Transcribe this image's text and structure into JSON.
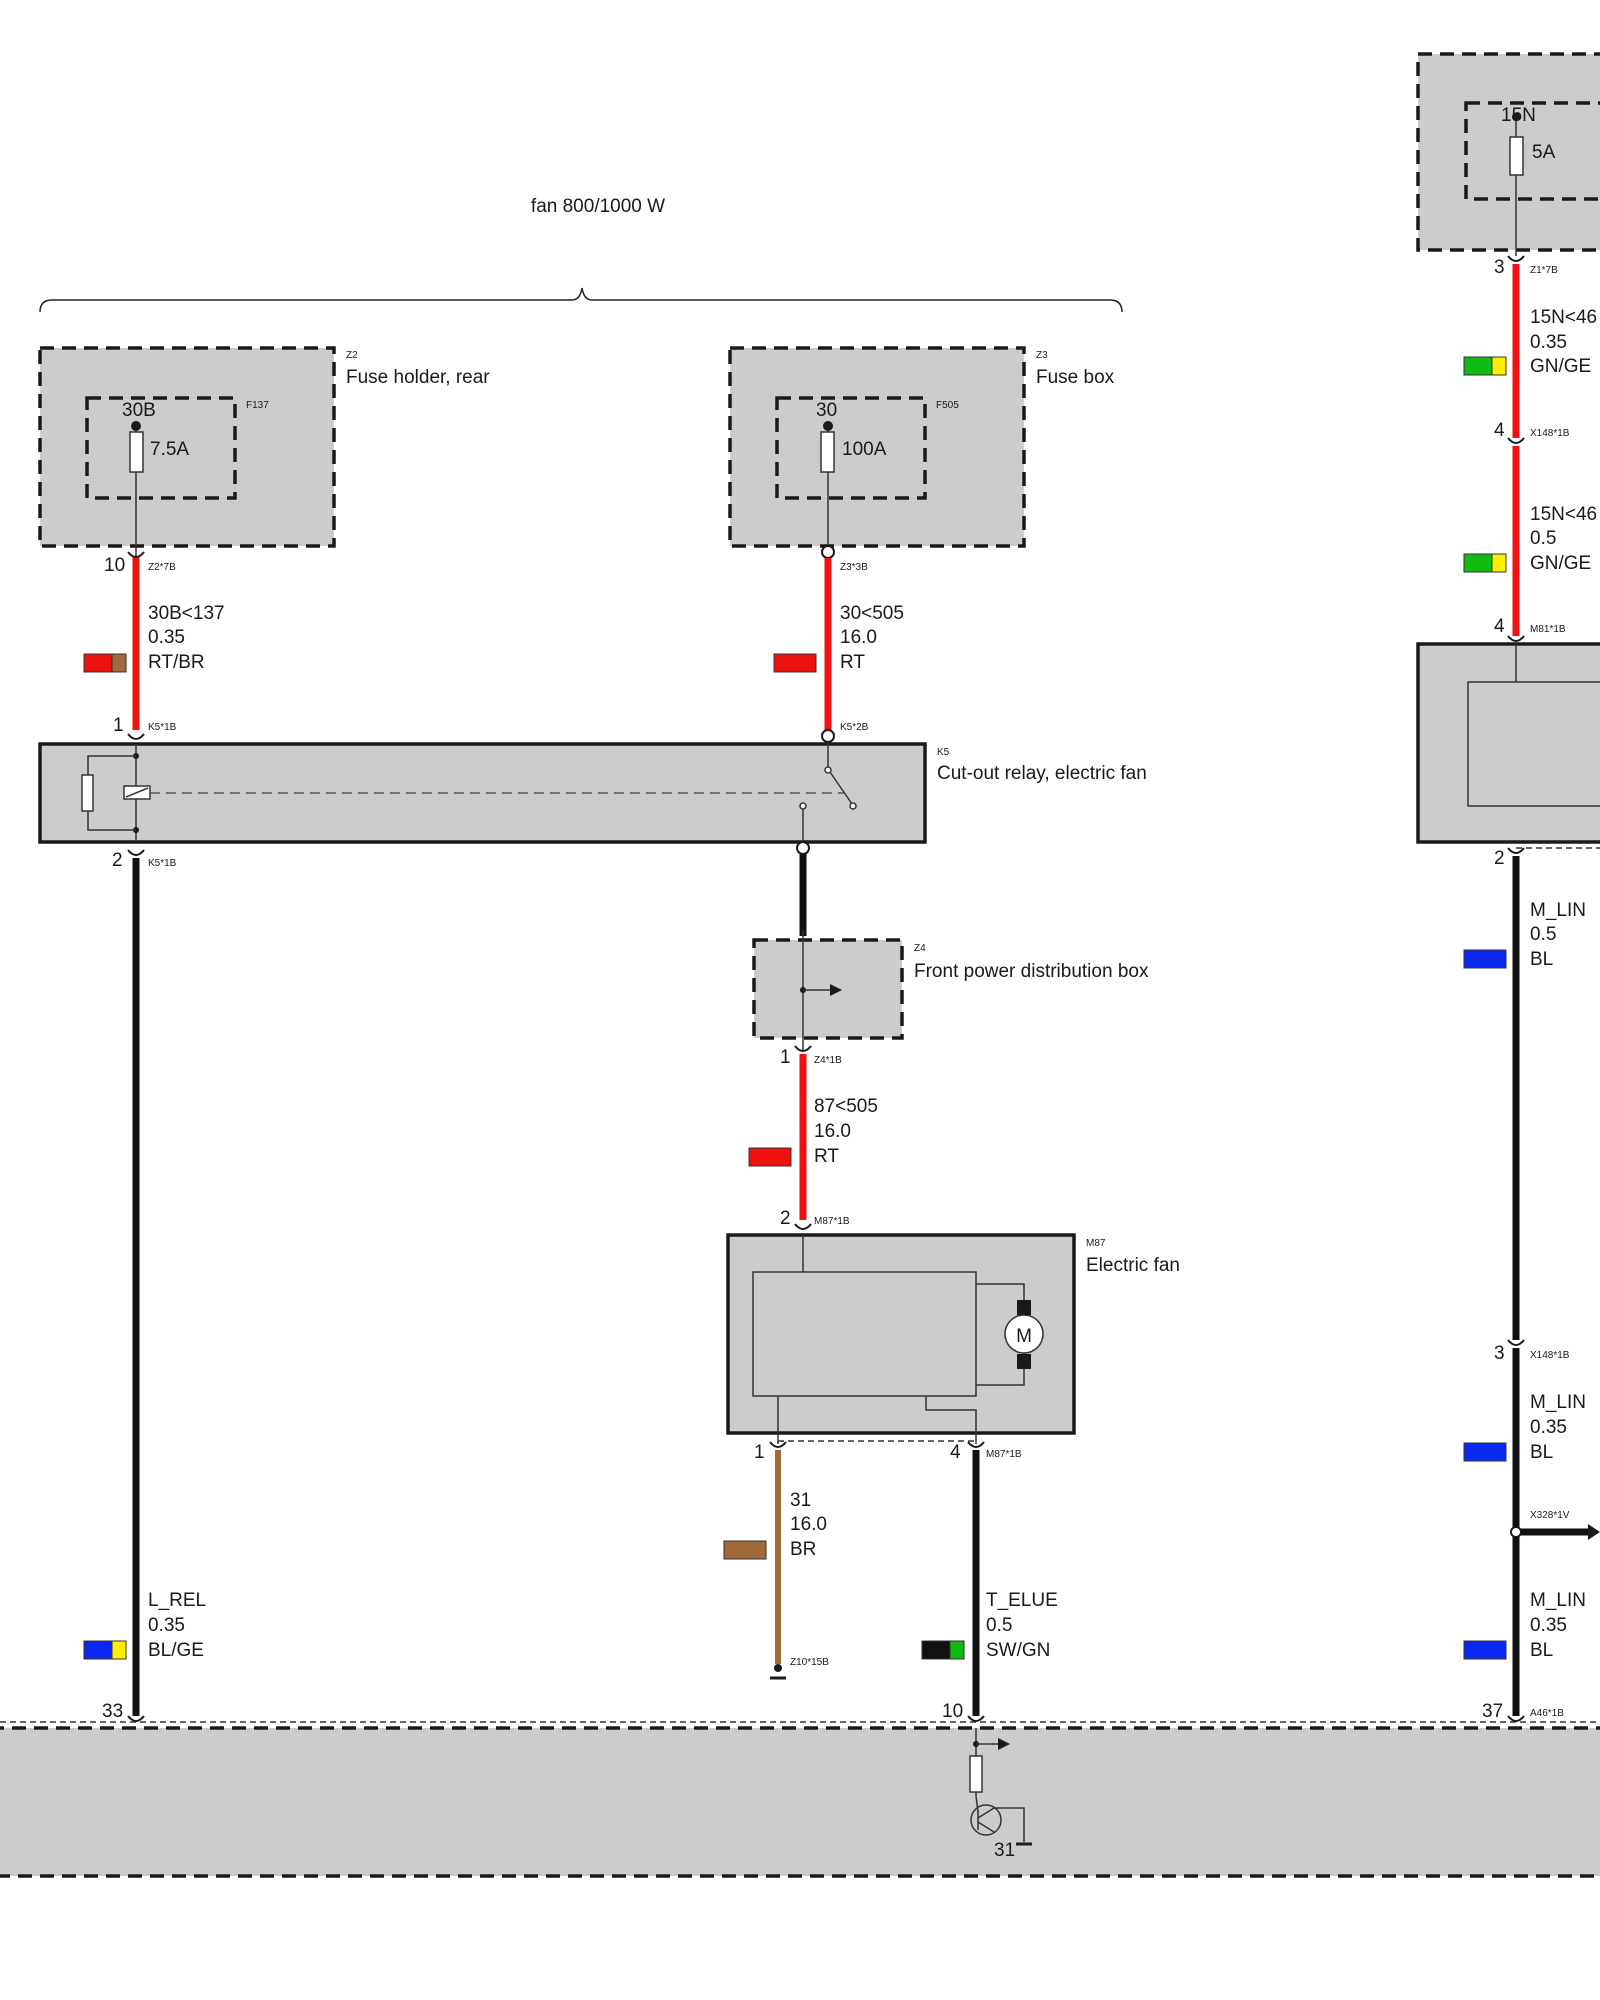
{
  "colors": {
    "RT": "#ee1111",
    "BR": "#a06a3a",
    "BL": "#0a28f0",
    "GE": "#ffee00",
    "GN": "#11bb11",
    "SW": "#111111",
    "box_fill": "#cccccc"
  },
  "group": {
    "label": "fan 800/1000 W"
  },
  "components": {
    "z2": {
      "code": "Z2",
      "name": "Fuse holder, rear",
      "fuse_code": "F137",
      "terminal": "30B",
      "rating": "7.5A"
    },
    "z3": {
      "code": "Z3",
      "name": "Fuse box",
      "fuse_code": "F505",
      "terminal": "30",
      "rating": "100A"
    },
    "z1": {
      "terminal": "15N",
      "rating": "5A"
    },
    "k5": {
      "code": "K5",
      "name": "Cut-out relay, electric fan"
    },
    "z4": {
      "code": "Z4",
      "name": "Front power distribution box"
    },
    "m87": {
      "code": "M87",
      "name": "Electric fan",
      "motor_letter": "M"
    },
    "a46": {
      "ground_terminal": "31"
    }
  },
  "connectors": {
    "z2_pin": "10",
    "z2_id": "Z2*7B",
    "z3_id": "Z3*3B",
    "k5_pin1": "1",
    "k5_id1": "K5*1B",
    "k5_id2top": "K5*2B",
    "k5_pin2": "2",
    "k5_id_bottom": "K5*1B",
    "z4_pin": "1",
    "z4_id": "Z4*1B",
    "m87_pin2": "2",
    "m87_id_top": "M87*1B",
    "m87_pin1": "1",
    "m87_pin4": "4",
    "m87_id_bottom": "M87*1B",
    "ground_id": "Z10*15B",
    "a46_pin33": "33",
    "a46_pin10": "10",
    "a46_pin37": "37",
    "a46_id": "A46*1B",
    "z1_pin": "3",
    "z1_id": "Z1*7B",
    "x148_pin4": "4",
    "x148_id_top": "X148*1B",
    "m81_pin4": "4",
    "m81_id": "M81*1B",
    "m81_pin2": "2",
    "x148_pin3": "3",
    "x148_id_bottom": "X148*1B",
    "splice_id": "X328*1V"
  },
  "wires": {
    "w1": {
      "signal": "30B<137",
      "gauge": "0.35",
      "color": "RT/BR"
    },
    "w2": {
      "signal": "30<505",
      "gauge": "16.0",
      "color": "RT"
    },
    "w3": {
      "signal": "87<505",
      "gauge": "16.0",
      "color": "RT"
    },
    "w4": {
      "signal": "31",
      "gauge": "16.0",
      "color": "BR"
    },
    "w5": {
      "signal": "L_REL",
      "gauge": "0.35",
      "color": "BL/GE"
    },
    "w6": {
      "signal": "T_ELUE",
      "gauge": "0.5",
      "color": "SW/GN"
    },
    "w7": {
      "signal": "15N<46",
      "gauge": "0.35",
      "color": "GN/GE"
    },
    "w8": {
      "signal": "15N<46",
      "gauge": "0.5",
      "color": "GN/GE"
    },
    "w9": {
      "signal": "M_LIN",
      "gauge": "0.5",
      "color": "BL"
    },
    "w10": {
      "signal": "M_LIN",
      "gauge": "0.35",
      "color": "BL"
    },
    "w11": {
      "signal": "M_LIN",
      "gauge": "0.35",
      "color": "BL"
    }
  }
}
